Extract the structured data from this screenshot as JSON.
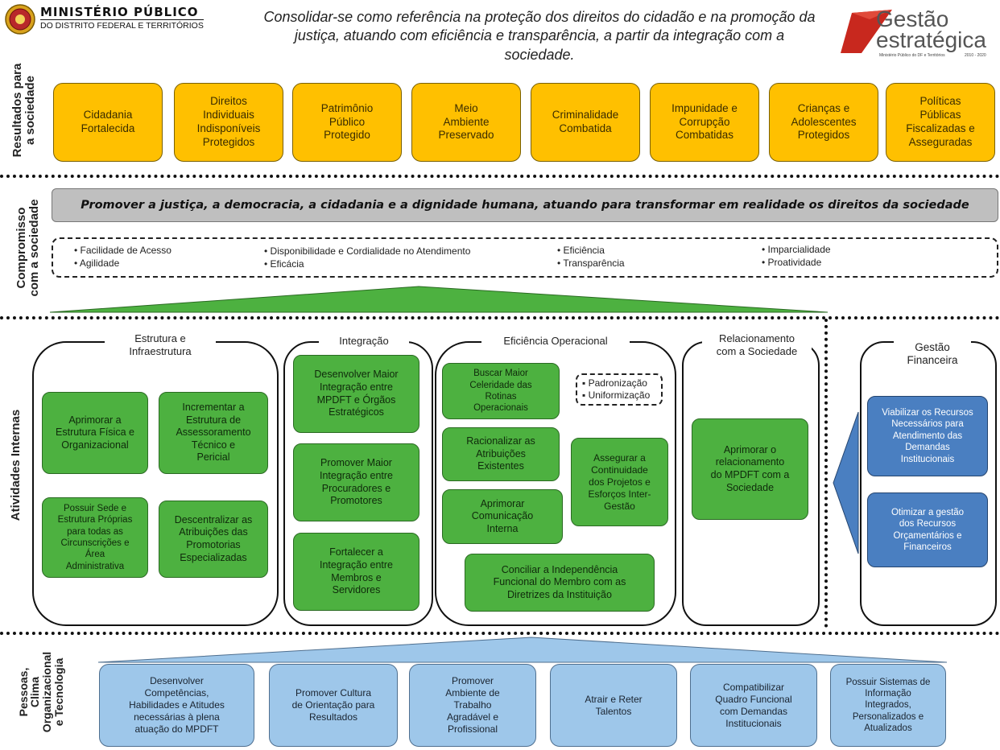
{
  "header": {
    "org_name": "MINISTÉRIO PÚBLICO",
    "org_sub": "DO DISTRITO FEDERAL E TERRITÓRIOS",
    "vision": "Consolidar-se como referência na proteção dos direitos do cidadão e na promoção da justiça, atuando com eficiência e transparência, a partir da integração com a sociedade.",
    "logo_line1": "Gestão",
    "logo_line2": "estratégica",
    "logo_small": "Ministério Público do DF e Territórios",
    "logo_years": "2010 - 2020"
  },
  "sections": {
    "resultados": "Resultados para\na sociedade",
    "compromisso": "Compromisso\ncom a sociedade",
    "atividades": "Atividades Internas",
    "pessoas": "Pessoas,\nClima\nOrganizacional\ne Tecnologia"
  },
  "resultados": [
    "Cidadania\nFortalecida",
    "Direitos\nIndividuais\nIndisponíveis\nProtegidos",
    "Patrimônio\nPúblico\nProtegido",
    "Meio\nAmbiente\nPreservado",
    "Criminalidade\nCombatida",
    "Impunidade e\nCorrupção\nCombatidas",
    "Crianças e\nAdolescentes\nProtegidos",
    "Políticas\nPúblicas\nFiscalizadas e\nAsseguradas"
  ],
  "mission": "Promover a justiça, a democracia, a cidadania e a dignidade humana, atuando para transformar em realidade os direitos da sociedade",
  "values": [
    "• Facilidade de Acesso\n• Agilidade",
    "• Disponibilidade e Cordialidade no Atendimento\n• Eficácia",
    "• Eficiência\n• Transparência",
    "• Imparcialidade\n• Proatividade"
  ],
  "panels": {
    "estrutura": "Estrutura e\nInfraestrutura",
    "integracao": "Integração",
    "eficiencia": "Eficiência Operacional",
    "relacionamento": "Relacionamento\ncom a Sociedade",
    "gestao": "Gestão\nFinanceira"
  },
  "estrutura_items": [
    "Aprimorar a\nEstrutura Física e\nOrganizacional",
    "Incrementar a\nEstrutura de\nAssessoramento\nTécnico e\nPericial",
    "Possuir Sede e\nEstrutura Próprias\npara todas as\nCircunscrições e\nÁrea\nAdministrativa",
    "Descentralizar as\nAtribuições das\nPromotorias\nEspecializadas"
  ],
  "integracao_items": [
    "Desenvolver Maior\nIntegração entre\nMPDFT e Órgãos\nEstratégicos",
    "Promover Maior\nIntegração entre\nProcuradores e\nPromotores",
    "Fortalecer a\nIntegração entre\nMembros e\nServidores"
  ],
  "eficiencia_items": [
    "Buscar Maior\nCeleridade das\nRotinas\nOperacionais",
    "Racionalizar as\nAtribuições\nExistentes",
    "Aprimorar\nComunicação\nInterna",
    "Assegurar a\nContinuidade\ndos Projetos e\nEsforços Inter-\nGestão",
    "Conciliar a Independência\nFuncional do Membro com as\nDiretrizes da Instituição"
  ],
  "padronizacao": "▪ Padronização\n▪ Uniformização",
  "relacionamento_item": "Aprimorar o\nrelacionamento\ndo MPDFT com a\nSociedade",
  "gestao_items": [
    "Viabilizar os Recursos\nNecessários para\nAtendimento das\nDemandas\nInstitucionais",
    "Otimizar a gestão\ndos Recursos\nOrçamentários e\nFinanceiros"
  ],
  "pessoas_items": [
    "Desenvolver\nCompetências,\nHabilidades e Atitudes\nnecessárias à plena\natuação do MPDFT",
    "Promover Cultura\nde Orientação para\nResultados",
    "Promover\nAmbiente de\nTrabalho\nAgradável e\nProfissional",
    "Atrair e Reter\nTalentos",
    "Compatibilizar\nQuadro Funcional\ncom Demandas\nInstitucionais",
    "Possuir Sistemas de\nInformação\nIntegrados,\nPersonalizados e\nAtualizados"
  ],
  "colors": {
    "results": "#ffc000",
    "objectives": "#4db140",
    "finance": "#4a7fc1",
    "people": "#9ec7ea",
    "mission_bar": "#bfbfbf",
    "logo_red": "#c8281e"
  }
}
